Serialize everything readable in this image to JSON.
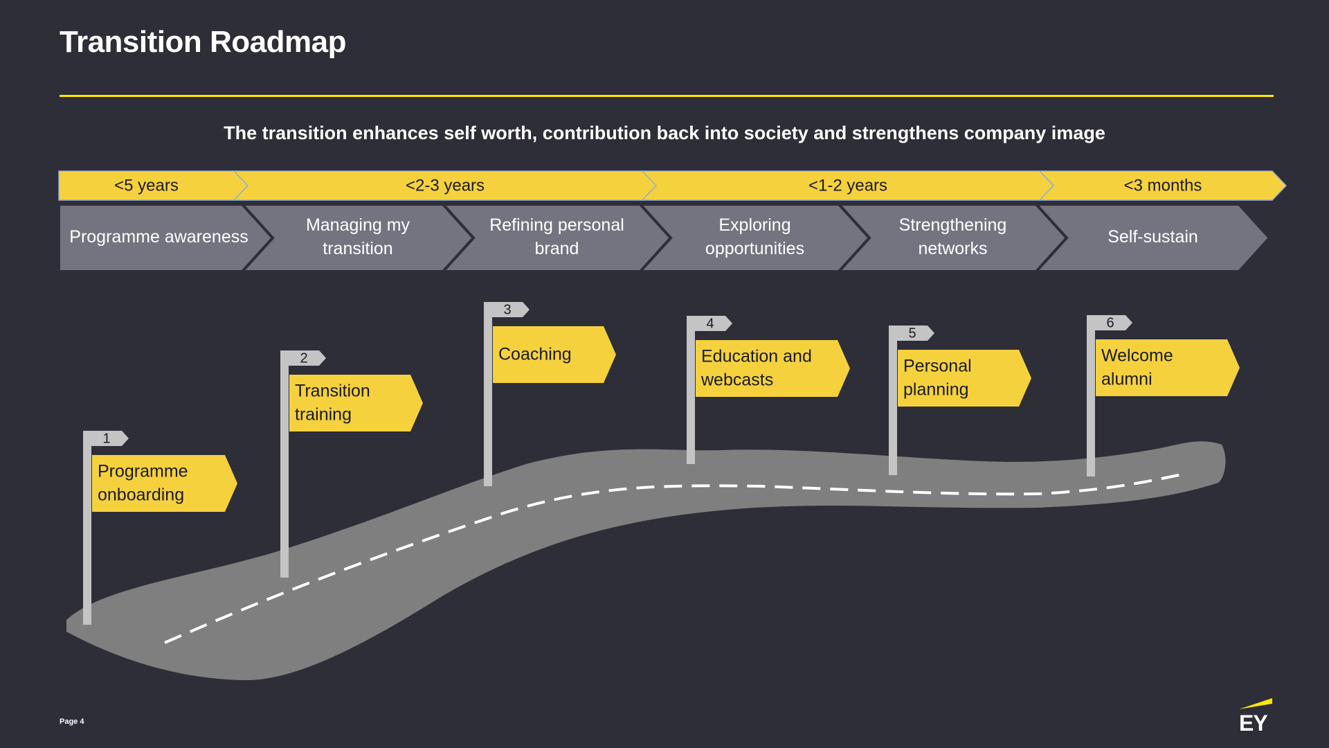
{
  "title": "Transition Roadmap",
  "subtitle": "The transition enhances self worth, contribution back into society and strengthens company image",
  "timeline": [
    {
      "label": "<5 years"
    },
    {
      "label": "<2-3 years"
    },
    {
      "label": "<1-2 years"
    },
    {
      "label": "<3 months"
    }
  ],
  "phases": [
    {
      "lines": [
        "Programme awareness"
      ]
    },
    {
      "lines": [
        "Managing my",
        "transition"
      ]
    },
    {
      "lines": [
        "Refining personal",
        "brand"
      ]
    },
    {
      "lines": [
        "Exploring",
        "opportunities"
      ]
    },
    {
      "lines": [
        "Strengthening",
        "networks"
      ]
    },
    {
      "lines": [
        "Self-sustain"
      ]
    }
  ],
  "milestones": [
    {
      "number": "1",
      "lines": [
        "Programme",
        "onboarding"
      ]
    },
    {
      "number": "2",
      "lines": [
        "Transition",
        "training"
      ]
    },
    {
      "number": "3",
      "lines": [
        "Coaching"
      ]
    },
    {
      "number": "4",
      "lines": [
        "Education and",
        "webcasts"
      ]
    },
    {
      "number": "5",
      "lines": [
        "Personal",
        "planning"
      ]
    },
    {
      "number": "6",
      "lines": [
        "Welcome",
        "alumni"
      ]
    }
  ],
  "footer": {
    "page": "Page 4",
    "logo": "EY"
  },
  "colors": {
    "background": "#2e2e38",
    "accent": "#ffe600",
    "banner": "#f5d13e",
    "phase": "#747480",
    "road": "#7f7f7f",
    "pole": "#c4c4c4"
  }
}
